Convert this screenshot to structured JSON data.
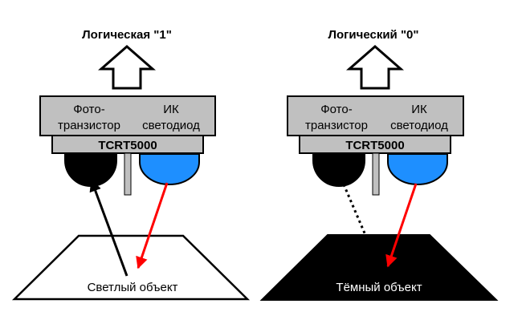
{
  "left": {
    "title": "Логическая \"1\"",
    "photo_label_line1": "Фото-",
    "photo_label_line2": "транзистор",
    "ir_label_line1": "ИК",
    "ir_label_line2": "светодиод",
    "chip_label": "TCRT5000",
    "object_label": "Светлый объект"
  },
  "right": {
    "title": "Логический \"0\"",
    "photo_label_line1": "Фото-",
    "photo_label_line2": "транзистор",
    "ir_label_line1": "ИК",
    "ir_label_line2": "светодиод",
    "chip_label": "TCRT5000",
    "object_label": "Тёмный объект"
  },
  "colors": {
    "housing": "#c0c0c0",
    "led": "#1e8fff",
    "phototransistor": "#000000",
    "ir_ray": "#ff0000",
    "reflected_ray": "#000000",
    "light_object_fill": "#ffffff",
    "dark_object_fill": "#000000"
  }
}
